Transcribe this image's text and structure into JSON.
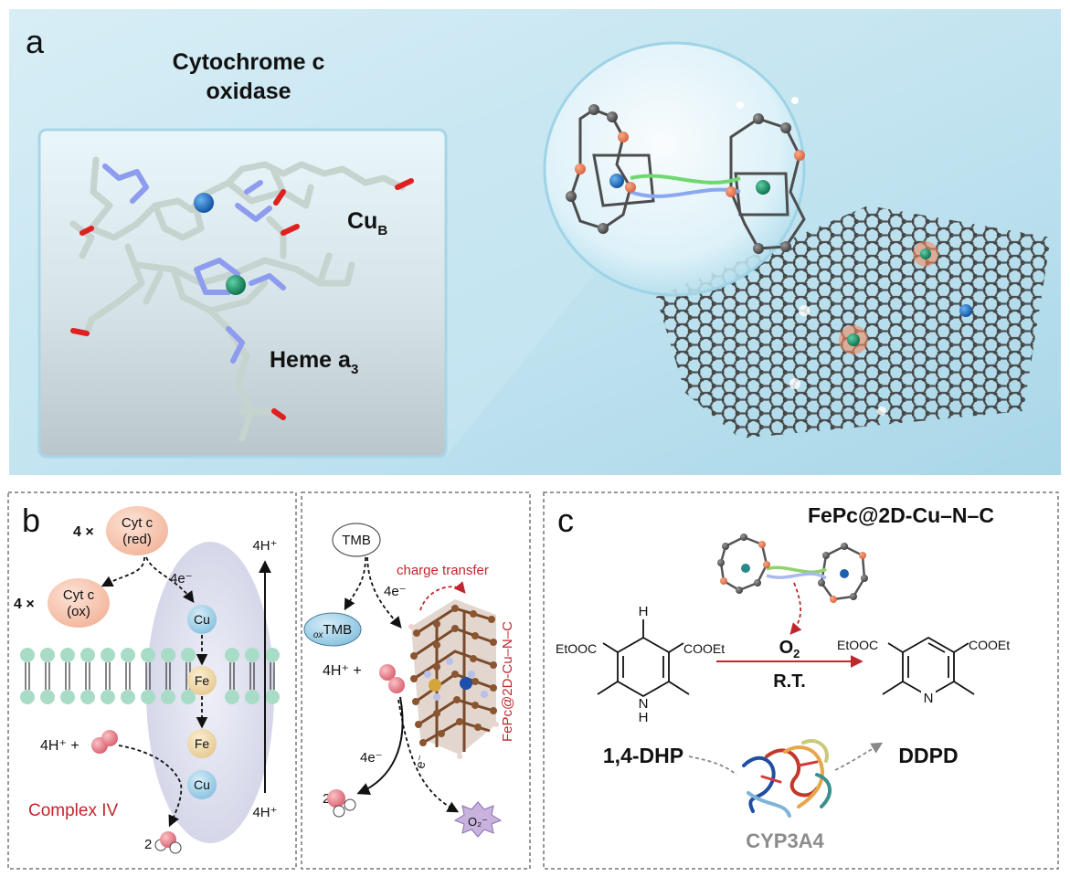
{
  "panel_a": {
    "letter": "a",
    "title_line1": "Cytochrome c",
    "title_line2": "oxidase",
    "cub_label": "Cu",
    "cub_sub": "B",
    "heme_label": "Heme a",
    "heme_sub": "3"
  },
  "panel_b": {
    "letter": "b",
    "mult1": "4 ×",
    "cytc_red_l1": "Cyt c",
    "cytc_red_l2": "(red)",
    "mult2": "4 ×",
    "cytc_ox_l1": "Cyt c",
    "cytc_ox_l2": "(ox)",
    "e4": "4e⁻",
    "cu_top": "Cu",
    "fe_top": "Fe",
    "fe_bottom": "Fe",
    "cu_bottom": "Cu",
    "h_top": "4H⁺",
    "h_bottom": "4H⁺",
    "h_left": "4H⁺ +",
    "water_coef": "2",
    "complex_label": "Complex IV",
    "tmb": "TMB",
    "oxtmb_sub": "ox",
    "oxtmb": "TMB",
    "e4_right": "4e⁻",
    "charge_transfer": "charge transfer",
    "h_right": "4H⁺ +",
    "e4_lower": "4e⁻",
    "e_single": "e⁻",
    "water_coef_right": "2",
    "superoxide": "O₂⁻",
    "fepc_vertical": "FePc@2D-Cu–N–C"
  },
  "panel_c": {
    "letter": "c",
    "catalyst": "FePc@2D-Cu–N–C",
    "h_atom": "H",
    "etooc_left": "EtOOC",
    "cooet_left": "COOEt",
    "nh": "N",
    "nh_h": "H",
    "etooc_right": "EtOOC",
    "cooet_right": "COOEt",
    "n_right": "N",
    "o2": "O",
    "o2_sub": "2",
    "rt": "R.T.",
    "dhp": "1,4-DHP",
    "ddpd": "DDPD",
    "enzyme": "CYP3A4"
  },
  "colors": {
    "sky_bg": "#cfe9f3",
    "box_bg": "#dfeef3",
    "red_label": "#c0272d",
    "cyt_fill": "#f6c9b3",
    "cu_fill": "#a8d3e8",
    "fe_fill": "#f0d9a8",
    "lipid": "#9ed6c0",
    "arrow_red": "#c0272d",
    "grey_text": "#8c8c8c"
  }
}
